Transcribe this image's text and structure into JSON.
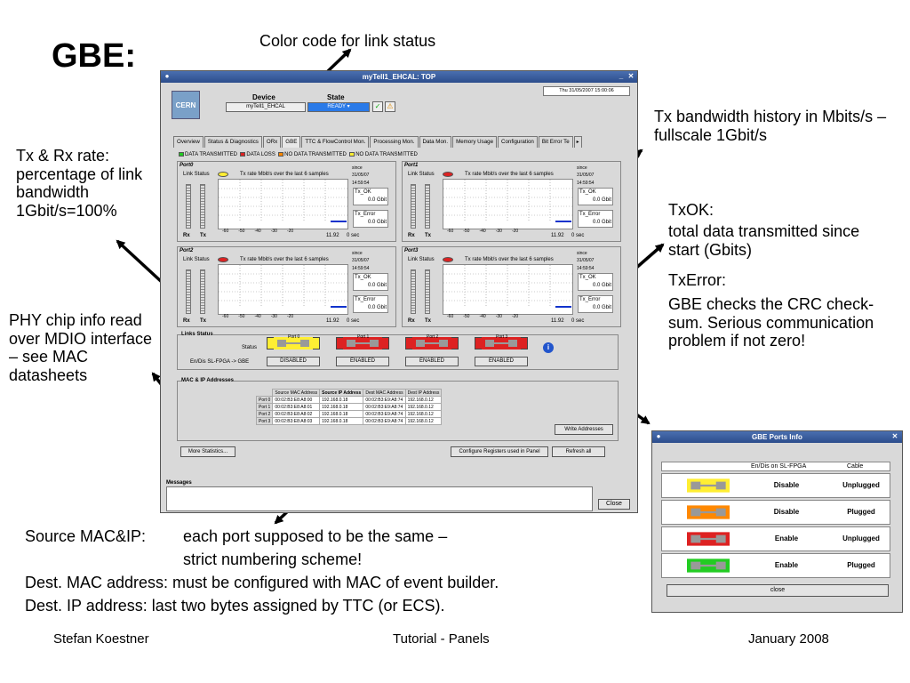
{
  "slide": {
    "title": "GBE:",
    "annotations": {
      "color_code": "Color code for link status",
      "tx_rx_rate": "Tx & Rx rate: percentage of link bandwidth 1Gbit/s=100%",
      "tx_bandwidth": "Tx bandwidth history in Mbits/s – fullscale 1Gbit/s",
      "txok_title": "TxOK:",
      "txok_body": "total data transmitted since start (Gbits)",
      "txerror_title": "TxError:",
      "txerror_body": "GBE checks the CRC check-sum. Serious communication problem if not zero!",
      "phy": "PHY chip info read over MDIO interface – see MAC datasheets",
      "source_line1a": "Source MAC&IP:",
      "source_line1b": "each port supposed to be the same –",
      "source_line2": "strict numbering scheme!",
      "dest_mac": "Dest. MAC address: must be configured with MAC of event builder.",
      "dest_ip": "Dest. IP address: last two bytes assigned by TTC (or ECS)."
    },
    "footer": {
      "left": "Stefan Koestner",
      "center": "Tutorial - Panels",
      "right": "January 2008"
    }
  },
  "window": {
    "title": "myTell1_EHCAL: TOP",
    "datetime": "Thu 31/05/2007     15:00:06",
    "logo_text": "CERN",
    "device_label": "Device",
    "device_value": "myTell1_EHCAL",
    "state_label": "State",
    "state_value": "READY",
    "tabs": [
      "Overview",
      "Status & Diagnostics",
      "ORx",
      "GBE",
      "TTC & FlowControl Mon.",
      "Processing Mon.",
      "Data Mon.",
      "Memory Usage",
      "Configuration",
      "Bit Error Te"
    ],
    "legend": [
      "DATA TRANSMITTED",
      "DATA LOSS",
      "NO DATA TRANSMITTED",
      "NO DATA TRANSMITTED"
    ],
    "legend_colors": [
      "#22cc22",
      "#dd2222",
      "#ff8800",
      "#ffee33"
    ],
    "ports": [
      {
        "name": "Port0",
        "link_status_label": "Link Status",
        "led_color": "#ffee33",
        "plot_title": "Tx rate Mbit/s  over the last 6 samples",
        "since": "since",
        "date": "31/05/07",
        "time": "14:59:54",
        "tx_ok_label": "Tx_OK",
        "tx_ok_value": "0.0 Gbit",
        "tx_error_label": "Tx_Error",
        "tx_error_value": "0.0 Gbit",
        "time_value": "11.92",
        "zero_sec": "0 sec",
        "rx": "Rx",
        "tx": "Tx"
      },
      {
        "name": "Port1",
        "link_status_label": "Link Status",
        "led_color": "#dd2222",
        "plot_title": "Tx rate Mbit/s  over the last 6 samples",
        "since": "since",
        "date": "31/05/07",
        "time": "14:59:54",
        "tx_ok_label": "Tx_OK",
        "tx_ok_value": "0.0 Gbit",
        "tx_error_label": "Tx_Error",
        "tx_error_value": "0.0 Gbit",
        "time_value": "11.92",
        "zero_sec": "0 sec",
        "rx": "Rx",
        "tx": "Tx"
      },
      {
        "name": "Port2",
        "link_status_label": "Link Status",
        "led_color": "#dd2222",
        "plot_title": "Tx rate Mbit/s  over the last 6 samples",
        "since": "since",
        "date": "31/05/07",
        "time": "14:59:54",
        "tx_ok_label": "Tx_OK",
        "tx_ok_value": "0.0 Gbit",
        "tx_error_label": "Tx_Error",
        "tx_error_value": "0.0 Gbit",
        "time_value": "11.92",
        "zero_sec": "0 sec",
        "rx": "Rx",
        "tx": "Tx"
      },
      {
        "name": "Port3",
        "link_status_label": "Link Status",
        "led_color": "#dd2222",
        "plot_title": "Tx rate Mbit/s  over the last 6 samples",
        "since": "since",
        "date": "31/05/07",
        "time": "14:59:54",
        "tx_ok_label": "Tx_OK",
        "tx_ok_value": "0.0 Gbit",
        "tx_error_label": "Tx_Error",
        "tx_error_value": "0.0 Gbit",
        "time_value": "11.92",
        "zero_sec": "0 sec",
        "rx": "Rx",
        "tx": "Tx"
      }
    ],
    "x_ticks": [
      "-60",
      "-50",
      "-40",
      "-30",
      "-20"
    ],
    "links_status": {
      "title": "Links Status",
      "status_label": "Status",
      "endis_label": "En/Dis SL-FPGA -> GBE",
      "ports": [
        {
          "label": "Port 0",
          "color": "#ffee33",
          "button": "DISABLED"
        },
        {
          "label": "Port 1",
          "color": "#dd2222",
          "button": "ENABLED"
        },
        {
          "label": "Port 2",
          "color": "#dd2222",
          "button": "ENABLED"
        },
        {
          "label": "Port 3",
          "color": "#dd2222",
          "button": "ENABLED"
        }
      ]
    },
    "mac_ip": {
      "title": "MAC & IP Addresses",
      "headers": [
        "Source MAC Address",
        "Source IP Address",
        "Dest MAC Address",
        "Dest IP Address"
      ],
      "rows": [
        {
          "port": "Port 0",
          "src_mac": "00:02:B3:E8:A8:00",
          "src_ip": "192.168.0.18",
          "dst_mac": "00:02:B3:E9:A8:74",
          "dst_ip": "192.168.0.12"
        },
        {
          "port": "Port 1",
          "src_mac": "00:02:B3:E8:A8:01",
          "src_ip": "192.168.0.18",
          "dst_mac": "00:02:B3:E9:A8:74",
          "dst_ip": "192.168.0.12"
        },
        {
          "port": "Port 2",
          "src_mac": "00:02:B3:E8:A8:02",
          "src_ip": "192.168.0.18",
          "dst_mac": "00:02:B3:E9:A8:74",
          "dst_ip": "192.168.0.12"
        },
        {
          "port": "Port 3",
          "src_mac": "00:02:B3:E8:A8:03",
          "src_ip": "192.168.0.18",
          "dst_mac": "00:02:B3:E9:A8:74",
          "dst_ip": "192.168.0.12"
        }
      ],
      "write_button": "Write Addresses"
    },
    "buttons": {
      "more_stats": "More Statistics...",
      "configure": "Configure Registers used in Panel",
      "refresh": "Refresh all",
      "close": "Close"
    },
    "messages_label": "Messages"
  },
  "popup": {
    "title": "GBE Ports Info",
    "col_endis": "En/Dis on SL-FPGA",
    "col_cable": "Cable",
    "rows": [
      {
        "color": "#ffee33",
        "endis": "Disable",
        "cable": "Unplugged"
      },
      {
        "color": "#ff8800",
        "endis": "Disable",
        "cable": "Plugged"
      },
      {
        "color": "#dd2222",
        "endis": "Enable",
        "cable": "Unplugged"
      },
      {
        "color": "#22cc22",
        "endis": "Enable",
        "cable": "Plugged"
      }
    ],
    "close_button": "close"
  }
}
